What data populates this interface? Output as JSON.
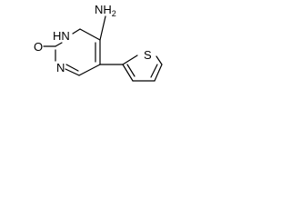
{
  "molecule": {
    "atoms": {
      "amine_n": "N",
      "amine_h": "H",
      "amine_h_count": "2",
      "ring_nh_h": "H",
      "ring_nh_n": "N",
      "ring_n": "N",
      "carbonyl_o": "O",
      "thiophene_s": "S"
    }
  }
}
